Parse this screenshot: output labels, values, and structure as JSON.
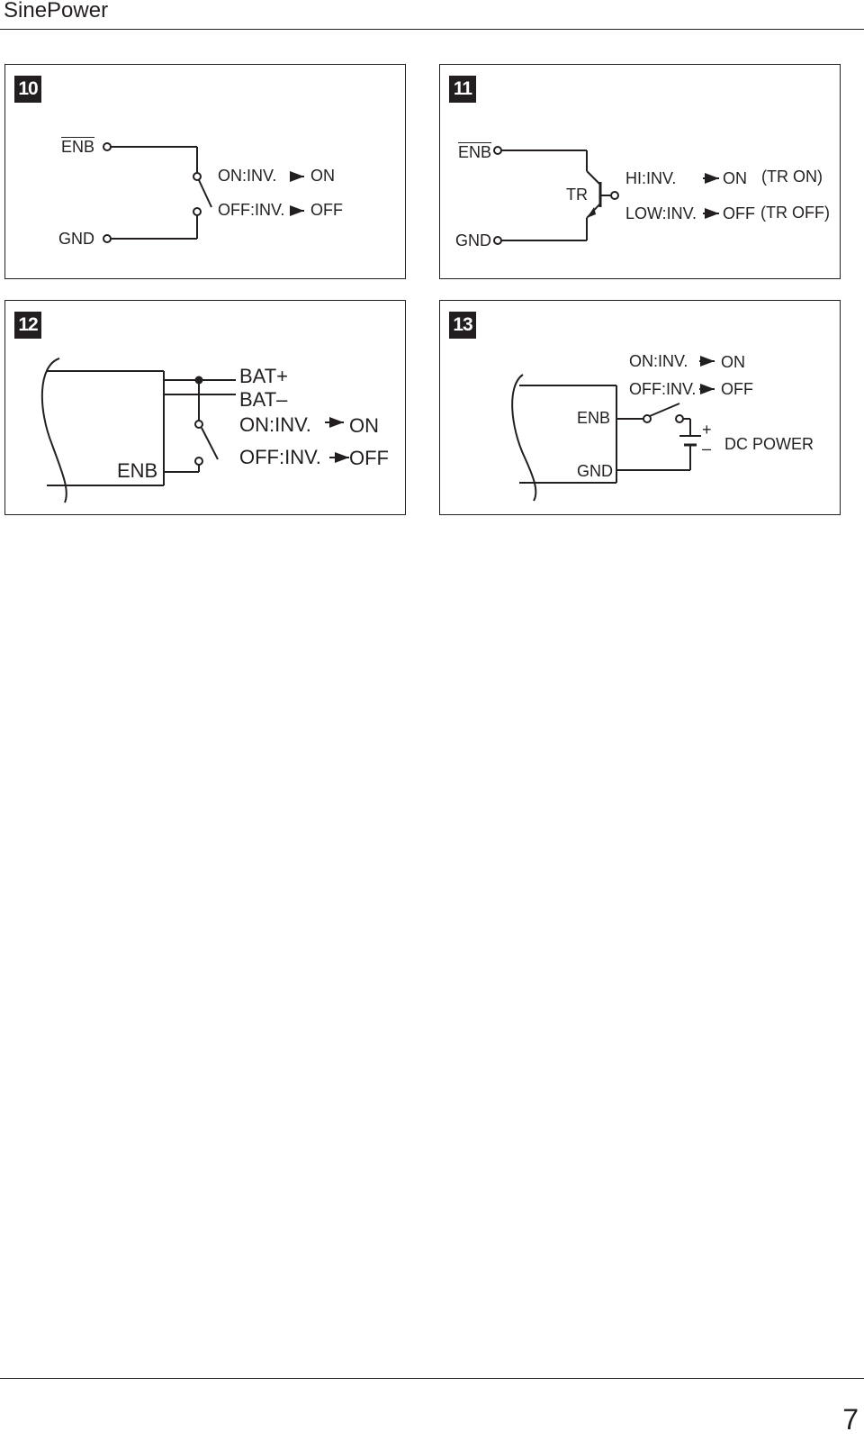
{
  "header": {
    "brand": "SinePower"
  },
  "footer": {
    "page_number": "7"
  },
  "figures": [
    {
      "number": "10",
      "labels": {
        "enb": "ENB",
        "gnd": "GND",
        "on_state": "ON:INV.",
        "on_value": "ON",
        "off_state": "OFF:INV.",
        "off_value": "OFF"
      }
    },
    {
      "number": "11",
      "labels": {
        "enb": "ENB",
        "gnd": "GND",
        "transistor": "TR",
        "hi_state": "HI:INV.",
        "on_value": "ON",
        "tr_on": "(TR ON)",
        "low_state": "LOW:INV.",
        "off_value": "OFF",
        "tr_off": "(TR OFF)"
      }
    },
    {
      "number": "12",
      "labels": {
        "bat_plus": "BAT+",
        "bat_minus": "BAT–",
        "on_state": "ON:INV.",
        "on_value": "ON",
        "off_state": "OFF:INV.",
        "off_value": "OFF",
        "enb": "ENB"
      }
    },
    {
      "number": "13",
      "labels": {
        "on_state": "ON:INV.",
        "on_value": "ON",
        "off_state": "OFF:INV.",
        "off_value": "OFF",
        "enb": "ENB",
        "gnd": "GND",
        "plus": "+",
        "minus": "–",
        "dc_power": "DC POWER"
      }
    }
  ]
}
